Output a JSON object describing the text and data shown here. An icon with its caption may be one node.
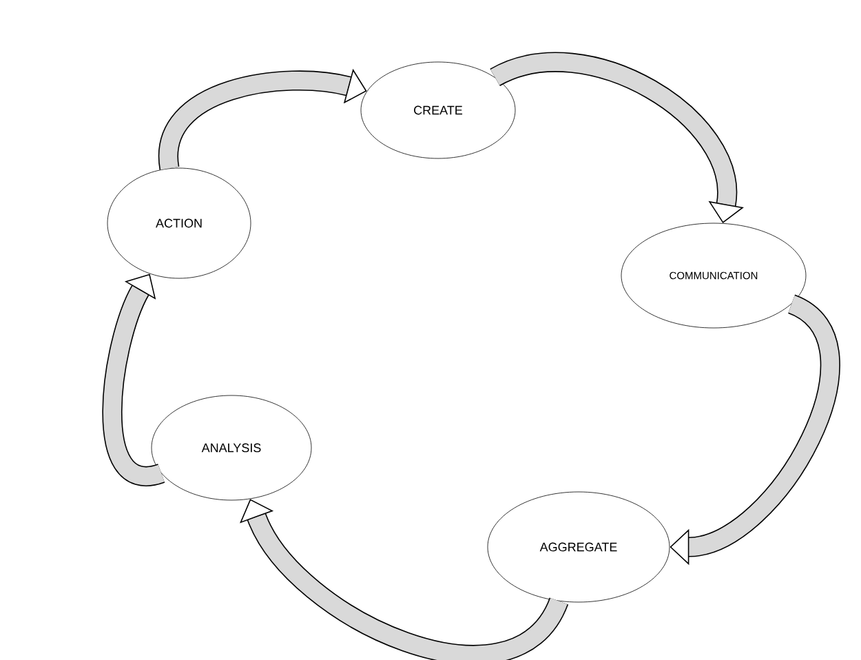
{
  "diagram": {
    "nodes": [
      {
        "text": [
          "CREATE"
        ]
      },
      {
        "text": [
          "COMMUNICATION"
        ]
      },
      {
        "text": [
          "AGGREGATE"
        ]
      },
      {
        "text": [
          "ANALYSIS"
        ]
      },
      {
        "text": [
          "ACTION"
        ]
      }
    ],
    "edges": [
      {
        "from": 4,
        "to": 0,
        "arrow": "to"
      },
      {
        "from": 0,
        "to": 1,
        "arrow": "to"
      },
      {
        "from": 1,
        "to": 2,
        "arrow": "to"
      },
      {
        "from": 2,
        "to": 3,
        "arrow": "to"
      },
      {
        "from": 3,
        "to": 4,
        "arrow": "to"
      }
    ]
  }
}
